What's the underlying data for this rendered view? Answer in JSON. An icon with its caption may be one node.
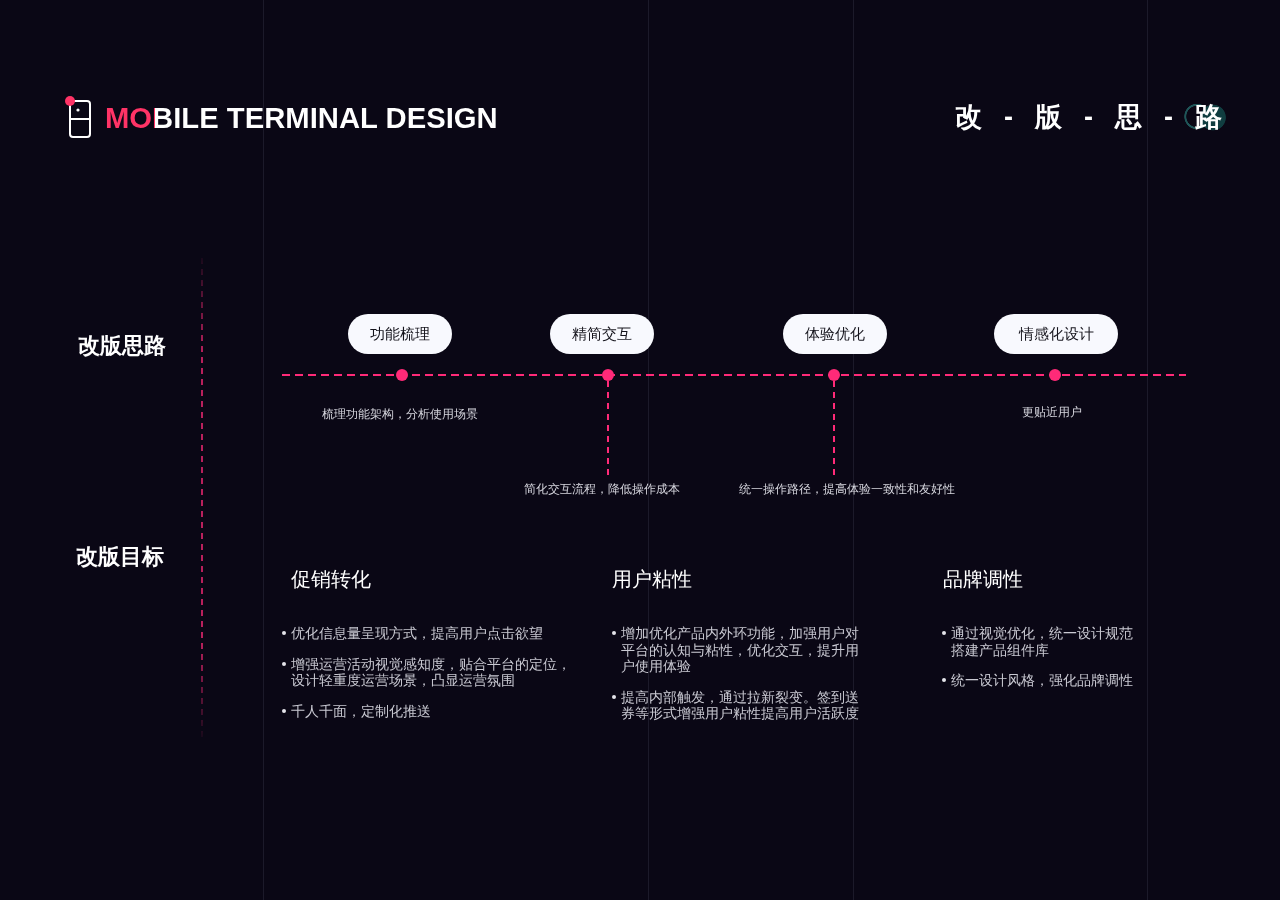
{
  "diagram": {
    "title": "MOBILE TERMINAL DESIGN",
    "nodes": [
      {
        "text": [
          "功能梳理"
        ]
      },
      {
        "text": [
          "精简交互"
        ]
      },
      {
        "text": [
          "体验优化"
        ]
      },
      {
        "text": [
          "情感化设计"
        ]
      },
      {
        "text": [],
        "shape": "circle",
        "beside": [
          "梳理功能架构，分析使用场景"
        ]
      },
      {
        "text": [],
        "shape": "circle"
      },
      {
        "text": [],
        "shape": "circle"
      },
      {
        "text": [],
        "shape": "circle",
        "beside": [
          "更贴近用户"
        ]
      },
      {
        "text": [
          "简化交互流程，降低操作成本"
        ]
      },
      {
        "text": [
          "统一操作路径，提高体验一致性和友好性"
        ]
      }
    ],
    "edges": [
      {
        "from": 5,
        "to": 8,
        "arrow": "none",
        "style": "dashed"
      },
      {
        "from": 6,
        "to": 9,
        "arrow": "none",
        "style": "dashed"
      }
    ],
    "labels": [
      "改 - 版 - 思 - 路",
      "改版思路",
      "改版目标",
      "促销转化",
      "优化信息量呈现方式，提高用户点击欲望",
      "增强运营活动视觉感知度，贴合平台的定位，设计轻重度运营场景，凸显运营氛围",
      "千人千面，定制化推送",
      "用户粘性",
      "增加优化产品内外环功能，加强用户对平台的认知与粘性，优化交互，提升用户使用体验",
      "提高内部触发，通过拉新裂变。签到送券等形式增强用户粘性提高用户活跃度",
      "品牌调性",
      "通过视觉优化，统一设计规范搭建产品组件库",
      "统一设计风格，强化品牌调性"
    ]
  }
}
